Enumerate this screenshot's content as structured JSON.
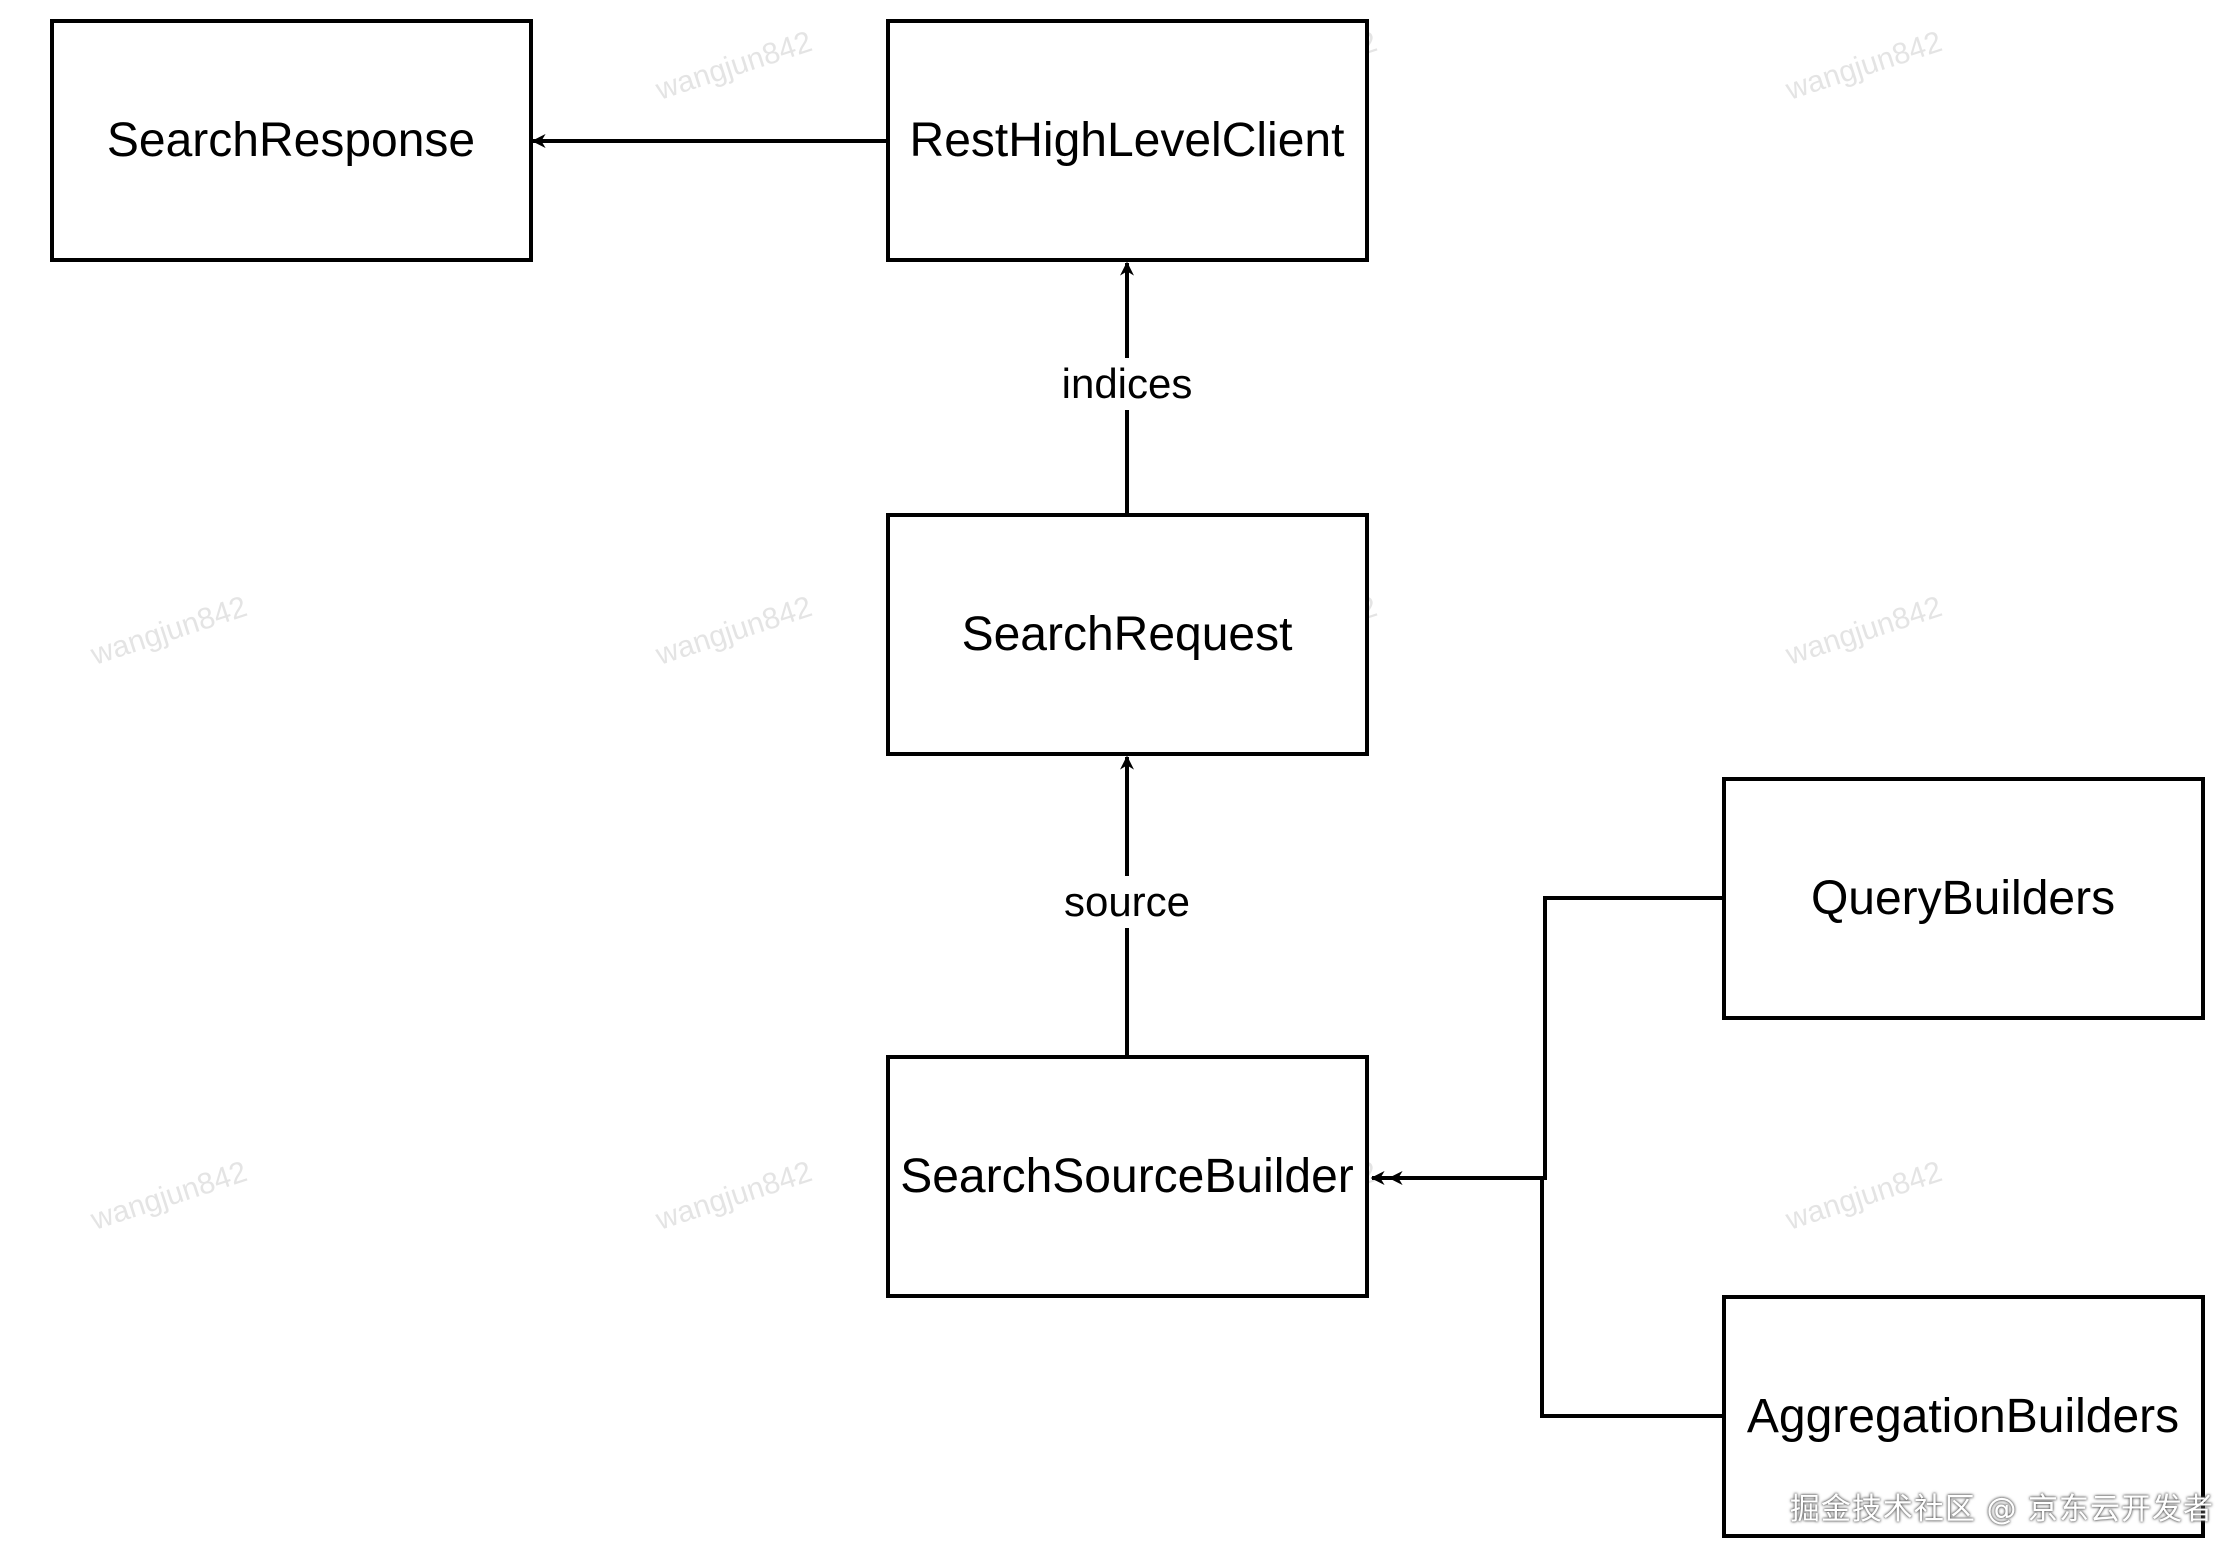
{
  "diagram": {
    "nodes": {
      "search_response": "SearchResponse",
      "rest_high_level_client": "RestHighLevelClient",
      "search_request": "SearchRequest",
      "search_source_builder": "SearchSourceBuilder",
      "query_builders": "QueryBuilders",
      "aggregation_builders": "AggregationBuilders"
    },
    "edges": {
      "indices": "indices",
      "source": "source"
    }
  },
  "watermark": "wangjun842",
  "footer": "掘金技术社区 @ 京东云开发者"
}
